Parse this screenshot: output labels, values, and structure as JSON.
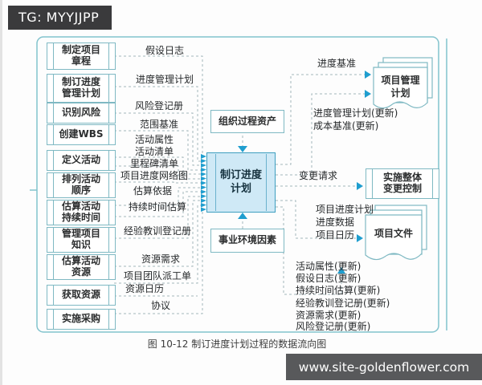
{
  "tag": "TG: MYYJJPP",
  "watermark": "www.site-goldenflower.com",
  "caption": "图 10-12 制订进度计划过程的数据流向图",
  "colors": {
    "line": "#a3b6bb",
    "box_border": "#7fb9c3",
    "arrow": "#1f9ecf",
    "main_fill": "#cfe9f6",
    "main_border": "#3e9fc0",
    "tag_bg": "#3a3a3c",
    "watermark_bg": "#58595b"
  },
  "processes": [
    {
      "label": "制定项目\n章程"
    },
    {
      "label": "制订进度\n管理计划"
    },
    {
      "label": "识别风险"
    },
    {
      "label": "创建WBS"
    },
    {
      "label": "定义活动"
    },
    {
      "label": "排列活动\n顺序"
    },
    {
      "label": "估算活动\n持续时间"
    },
    {
      "label": "管理项目\n知识"
    },
    {
      "label": "估算活动\n资源"
    },
    {
      "label": "获取资源"
    },
    {
      "label": "实施采购"
    }
  ],
  "inputs": [
    {
      "label": "假设日志"
    },
    {
      "label": "进度管理计划"
    },
    {
      "label": "风险登记册"
    },
    {
      "label": "范围基准"
    },
    {
      "label": "活动属性\n活动清单"
    },
    {
      "label": "里程碑清单"
    },
    {
      "label": "项目进度网络图"
    },
    {
      "label": "估算依据"
    },
    {
      "label": "持续时间估算"
    },
    {
      "label": "经验教训登记册"
    },
    {
      "label": "资源需求"
    },
    {
      "label": "项目团队派工单"
    },
    {
      "label": "资源日历"
    },
    {
      "label": "协议"
    }
  ],
  "center": {
    "opa": "组织过程资产",
    "main": "制订进度\n计划",
    "eef": "事业环境因素"
  },
  "outputs": {
    "schedule_baseline": "进度基准",
    "pm_plan_doc": "项目管理\n计划",
    "pm_plan_update": "进度管理计划(更新)",
    "cost_baseline_update": "成本基准(更新)",
    "change_request": "变更请求",
    "icc_box": "实施整体\n变更控制",
    "to_docs": [
      "项目进度计划",
      "进度数据",
      "项目日历"
    ],
    "project_docs": "项目文件",
    "updates": [
      "活动属性(更新)",
      "假设日志(更新)",
      "持续时间估算(更新)",
      "经验教训登记册(更新)",
      "资源需求(更新)",
      "风险登记册(更新)"
    ]
  }
}
